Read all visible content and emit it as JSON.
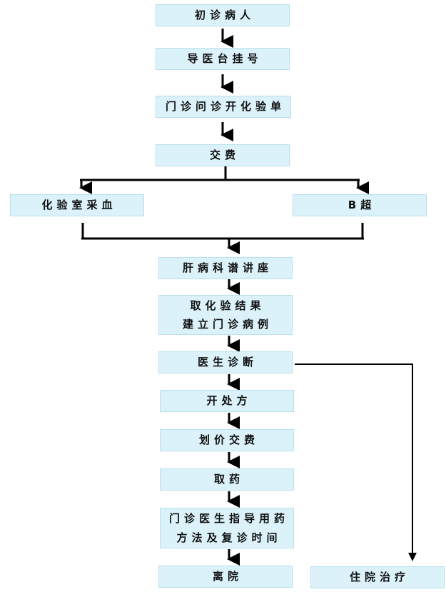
{
  "nodes": {
    "initial_visit": "初诊病人",
    "guide_desk": "导医台挂号",
    "clinic_lab_order": "门诊问诊开化验单",
    "pay_fee_1": "交费",
    "lab_blood": "化验室采血",
    "b_ultrasound": "B超",
    "liver_lecture": "肝病科谱讲座",
    "results_line1": "取化验结果",
    "results_line2": "建立门诊病例",
    "doctor_diagnosis": "医生诊断",
    "prescription": "开处方",
    "price_pay": "划价交费",
    "get_medicine": "取药",
    "guidance_line1": "门诊医生指导用药",
    "guidance_line2": "方法及复诊时间",
    "leave_hospital": "离院",
    "inpatient": "住院治疗"
  },
  "colors": {
    "box_fill": "#dcf2fb",
    "box_border": "#b8e0f0",
    "connector": "#000000"
  }
}
